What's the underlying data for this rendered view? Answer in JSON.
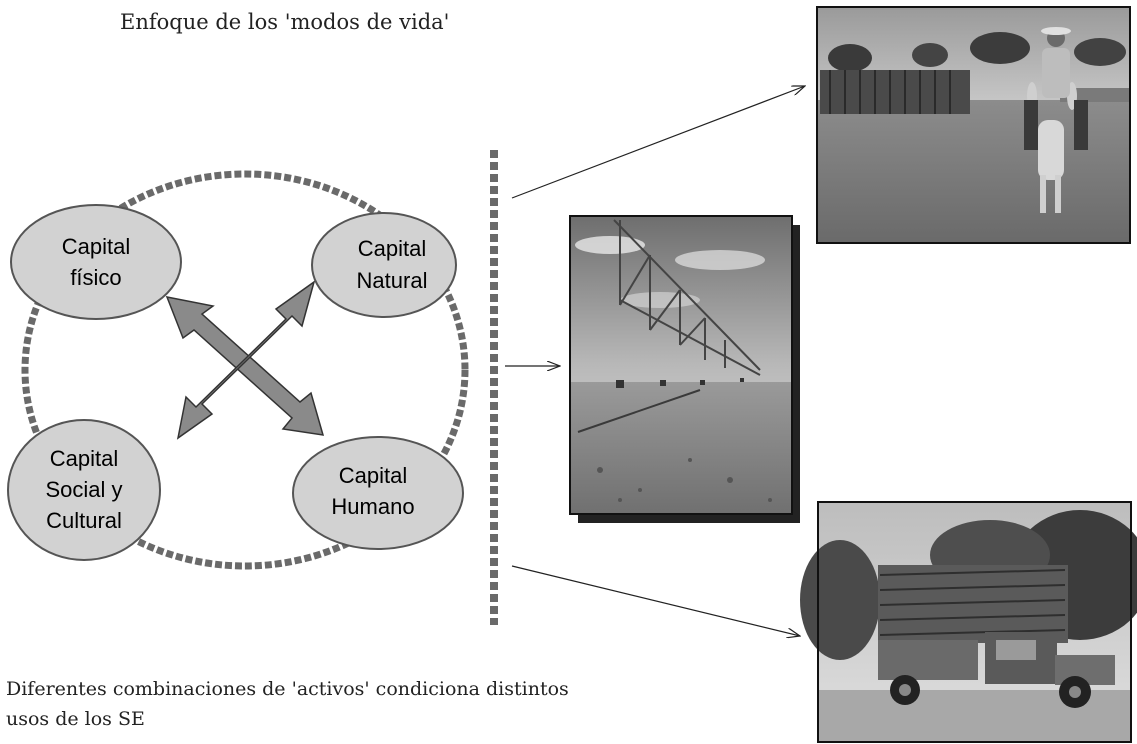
{
  "title": "Enfoque de los 'modos de vida'",
  "capitals": {
    "fisico": {
      "line1": "Capital",
      "line2": "físico"
    },
    "natural": {
      "line1": "Capital",
      "line2": "Natural"
    },
    "social": {
      "line1": "Capital",
      "line2": "Social y",
      "line3": "Cultural"
    },
    "humano": {
      "line1": "Capital",
      "line2": "Humano"
    }
  },
  "footer": {
    "line1": "Diferentes combinaciones de 'activos' condiciona distintos",
    "line2": "usos de los SE"
  },
  "colors": {
    "ellipse_fill": "#d2d2d2",
    "ellipse_stroke": "#555555",
    "arrow_fill": "#8a8a8a",
    "dashed": "#6a6a6a"
  }
}
